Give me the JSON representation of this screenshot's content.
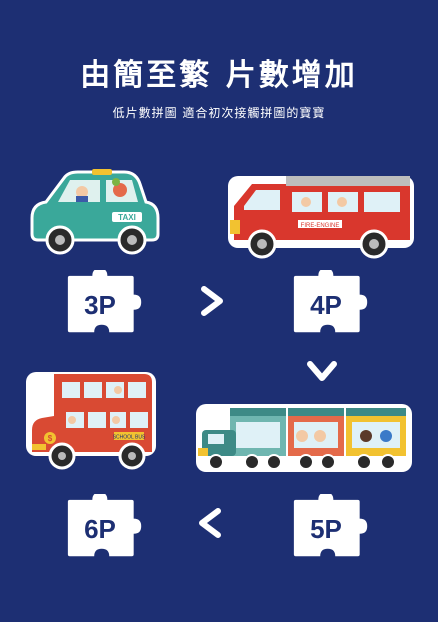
{
  "header": {
    "title": "由簡至繁 片數增加",
    "subtitle": "低片數拼圖 適合初次接觸拼圖的寶寶"
  },
  "steps": [
    {
      "label": "3P",
      "vehicle": "taxi",
      "vehicle_text": "TAXI"
    },
    {
      "label": "4P",
      "vehicle": "fire-truck",
      "vehicle_text": "FIRE-ENGINE"
    },
    {
      "label": "5P",
      "vehicle": "train"
    },
    {
      "label": "6P",
      "vehicle": "double-decker-bus",
      "vehicle_text": "SCHOOL BUS",
      "badge": "$"
    }
  ],
  "arrows": [
    "chevron-right",
    "chevron-down",
    "chevron-left"
  ],
  "colors": {
    "background": "#1d2f73",
    "taxi": "#3aa89a",
    "fire_truck": "#d9372d",
    "train": "#3d8a86",
    "bus": "#d94a33"
  }
}
